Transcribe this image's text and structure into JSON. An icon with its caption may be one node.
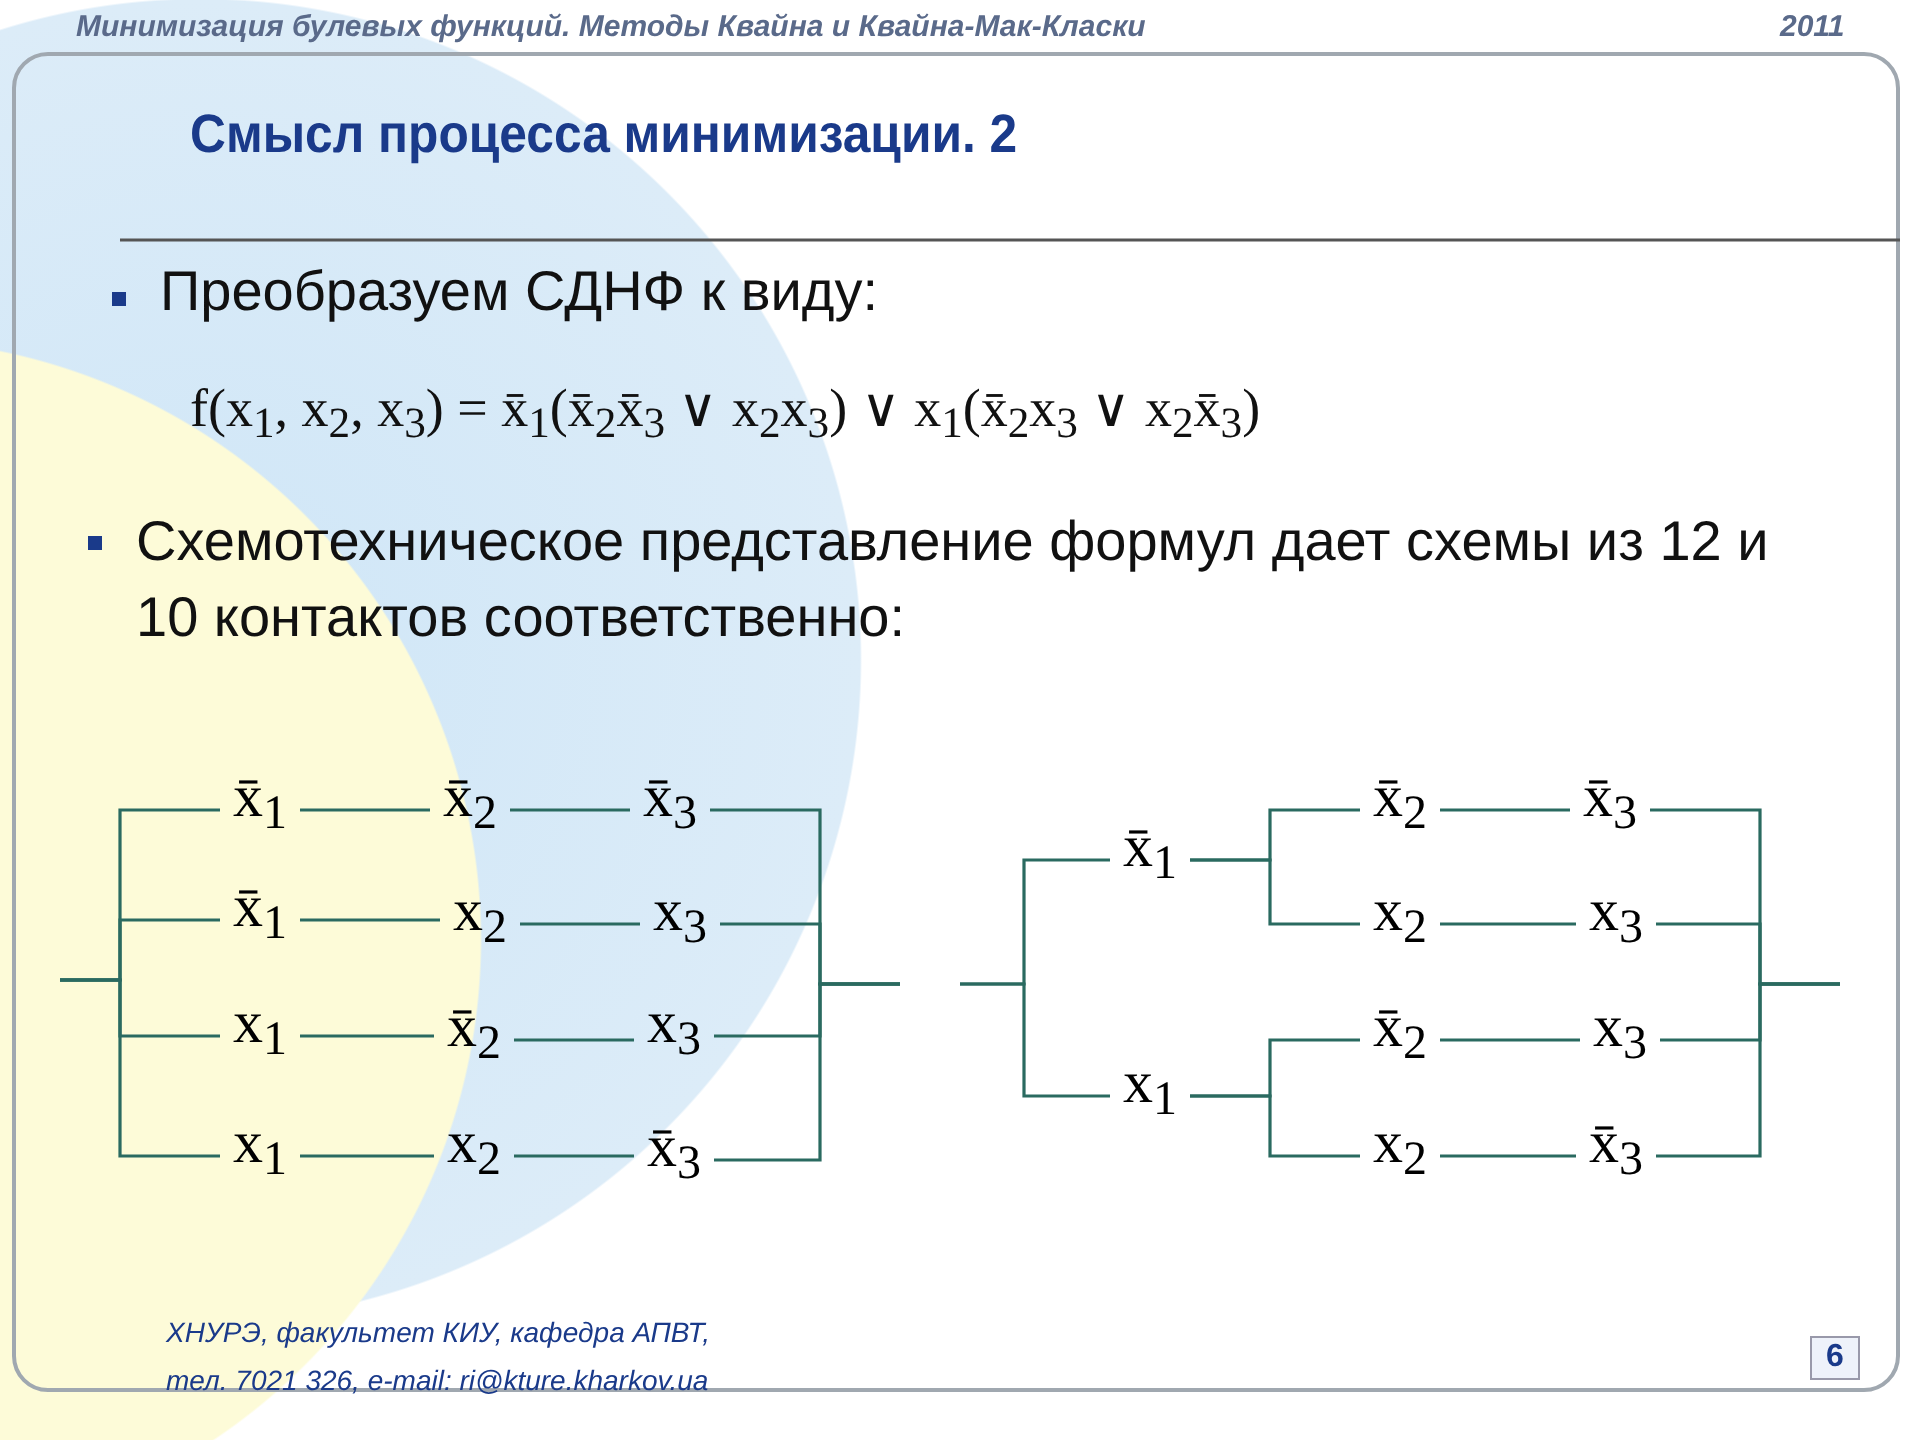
{
  "diagram": {
    "title": "Смысл процесса минимизации. 2",
    "nodes": [
      {
        "text": [
          "x̄$_{1}$"
        ]
      },
      {
        "text": [
          "x̄$_{2}$"
        ]
      },
      {
        "text": [
          "x̄$_{3}$"
        ]
      },
      {
        "text": [
          "x̄$_{1}$"
        ]
      },
      {
        "text": [
          "x$_{2}$"
        ]
      },
      {
        "text": [
          "x$_{3}$"
        ]
      },
      {
        "text": [
          "x$_{1}$"
        ]
      },
      {
        "text": [
          "x̄$_{2}$"
        ]
      },
      {
        "text": [
          "x$_{3}$"
        ]
      },
      {
        "text": [
          "x$_{1}$"
        ]
      },
      {
        "text": [
          "x$_{2}$"
        ]
      },
      {
        "text": [
          "x̄$_{3}$"
        ]
      },
      {
        "text": [
          "x̄$_{1}$"
        ]
      },
      {
        "text": [
          "x̄$_{2}$"
        ]
      },
      {
        "text": [
          "x̄$_{3}$"
        ]
      },
      {
        "text": [
          "x$_{2}$"
        ]
      },
      {
        "text": [
          "x$_{3}$"
        ]
      },
      {
        "text": [
          "x$_{1}$"
        ]
      },
      {
        "text": [
          "x̄$_{2}$"
        ]
      },
      {
        "text": [
          "x$_{3}$"
        ]
      },
      {
        "text": [
          "x$_{2}$"
        ]
      },
      {
        "text": [
          "x̄$_{3}$"
        ]
      }
    ],
    "edges": [
      {
        "from": null,
        "to": 0,
        "arrow": "none"
      },
      {
        "from": 0,
        "to": 1,
        "arrow": "none"
      },
      {
        "from": 1,
        "to": 2,
        "arrow": "none"
      },
      {
        "from": 2,
        "to": null,
        "arrow": "none"
      },
      {
        "from": null,
        "to": 3,
        "arrow": "none"
      },
      {
        "from": 3,
        "to": 4,
        "arrow": "none"
      },
      {
        "from": 4,
        "to": 5,
        "arrow": "none"
      },
      {
        "from": 5,
        "to": null,
        "arrow": "none"
      },
      {
        "from": null,
        "to": 6,
        "arrow": "none"
      },
      {
        "from": 6,
        "to": 7,
        "arrow": "none"
      },
      {
        "from": 7,
        "to": 8,
        "arrow": "none"
      },
      {
        "from": 8,
        "to": null,
        "arrow": "none"
      },
      {
        "from": null,
        "to": 9,
        "arrow": "none"
      },
      {
        "from": 9,
        "to": 10,
        "arrow": "none"
      },
      {
        "from": 10,
        "to": 11,
        "arrow": "none"
      },
      {
        "from": 11,
        "to": null,
        "arrow": "none"
      },
      {
        "from": null,
        "to": 12,
        "arrow": "none"
      },
      {
        "from": 12,
        "to": 13,
        "arrow": "none"
      },
      {
        "from": 13,
        "to": 14,
        "arrow": "none"
      },
      {
        "from": 14,
        "to": null,
        "arrow": "none"
      },
      {
        "from": 12,
        "to": 15,
        "arrow": "none"
      },
      {
        "from": 15,
        "to": 16,
        "arrow": "none"
      },
      {
        "from": 16,
        "to": null,
        "arrow": "none"
      },
      {
        "from": null,
        "to": 17,
        "arrow": "none"
      },
      {
        "from": 17,
        "to": 18,
        "arrow": "none"
      },
      {
        "from": 18,
        "to": 19,
        "arrow": "none"
      },
      {
        "from": 19,
        "to": null,
        "arrow": "none"
      },
      {
        "from": 17,
        "to": 20,
        "arrow": "none"
      },
      {
        "from": 20,
        "to": 21,
        "arrow": "none"
      },
      {
        "from": 21,
        "to": null,
        "arrow": "none"
      }
    ],
    "labels": [
      "Минимизация булевых функций. Методы Квайна и Квайна-Мак-Класки",
      "2011",
      "Преобразуем СДНФ к виду:",
      "f(x$_{1}$, x$_{2}$, x$_{3}$) = x̄$_{1}$(x̄$_{2}$x̄$_{3}$ ∨ x$_{2}$x$_{3}$) ∨ x$_{1}$(x̄$_{2}$x$_{3}$ ∨ x$_{2}$x̄$_{3}$)",
      "Схемотехническое представление формул дает схемы из 12 и 10 контактов соответственно:",
      "ХНУРЭ, факультет КИУ, кафедра АПВТ,",
      "тел. 7021 326, e-mail: ri@kture.kharkov.ua",
      "6"
    ]
  }
}
